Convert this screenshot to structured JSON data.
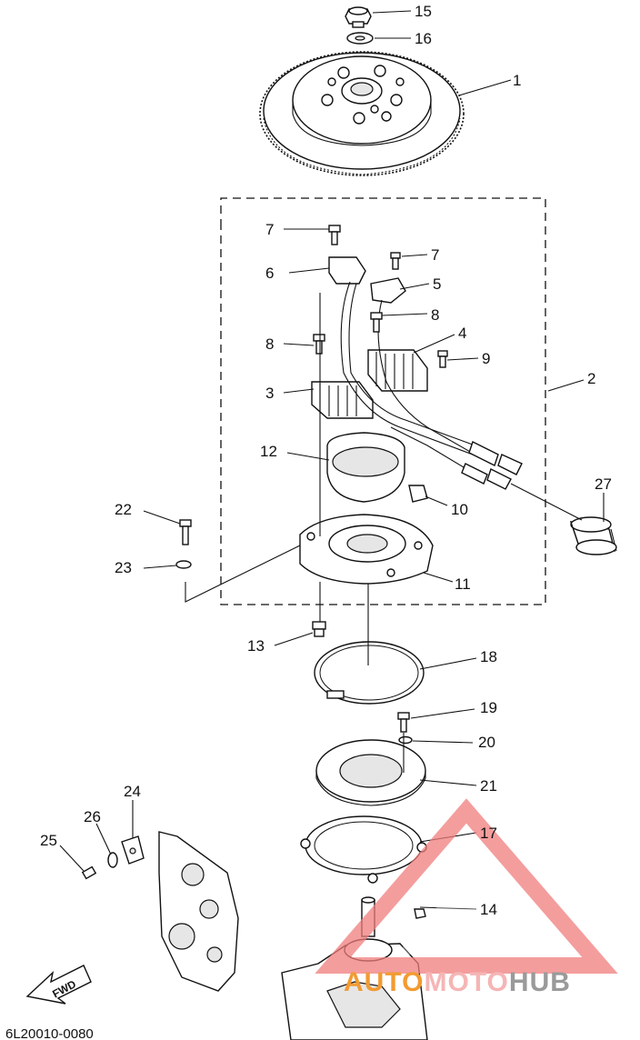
{
  "diagram": {
    "drawing_code": "6L20010-0080",
    "direction_label": "FWD",
    "watermark": {
      "part_a": "AUTO",
      "part_b": "MOTO",
      "part_c": "HUB",
      "color_a": "#f29b32",
      "color_b": "#f5b5b5",
      "color_c": "#9a9a9a",
      "logo_color": "#f07c7c"
    },
    "callouts": [
      {
        "id": "c15",
        "label": "15"
      },
      {
        "id": "c16",
        "label": "16"
      },
      {
        "id": "c1",
        "label": "1"
      },
      {
        "id": "c7a",
        "label": "7"
      },
      {
        "id": "c7b",
        "label": "7"
      },
      {
        "id": "c6",
        "label": "6"
      },
      {
        "id": "c5",
        "label": "5"
      },
      {
        "id": "c8a",
        "label": "8"
      },
      {
        "id": "c8b",
        "label": "8"
      },
      {
        "id": "c4",
        "label": "4"
      },
      {
        "id": "c9",
        "label": "9"
      },
      {
        "id": "c2",
        "label": "2"
      },
      {
        "id": "c3",
        "label": "3"
      },
      {
        "id": "c12",
        "label": "12"
      },
      {
        "id": "c10",
        "label": "10"
      },
      {
        "id": "c27",
        "label": "27"
      },
      {
        "id": "c22",
        "label": "22"
      },
      {
        "id": "c23",
        "label": "23"
      },
      {
        "id": "c11",
        "label": "11"
      },
      {
        "id": "c13",
        "label": "13"
      },
      {
        "id": "c18",
        "label": "18"
      },
      {
        "id": "c19",
        "label": "19"
      },
      {
        "id": "c20",
        "label": "20"
      },
      {
        "id": "c21",
        "label": "21"
      },
      {
        "id": "c24",
        "label": "24"
      },
      {
        "id": "c26",
        "label": "26"
      },
      {
        "id": "c25",
        "label": "25"
      },
      {
        "id": "c17",
        "label": "17"
      },
      {
        "id": "c14",
        "label": "14"
      }
    ]
  }
}
